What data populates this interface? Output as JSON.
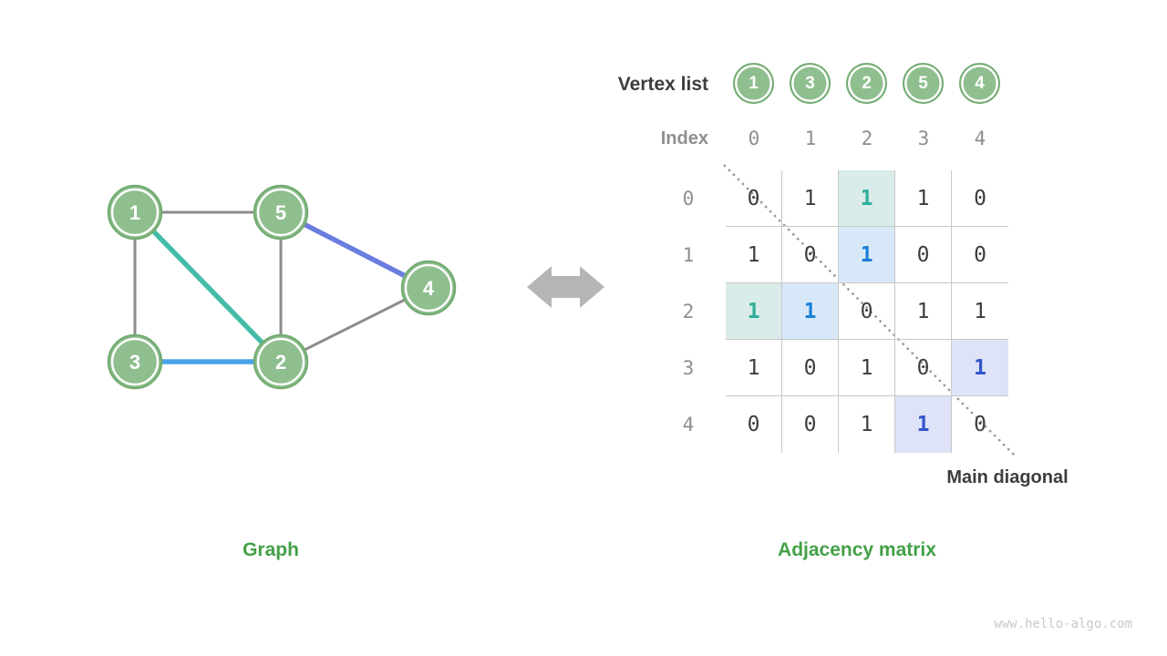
{
  "page": {
    "watermark": "www.hello-algo.com"
  },
  "graph": {
    "caption": "Graph",
    "nodes": [
      "1",
      "5",
      "4",
      "3",
      "2"
    ],
    "edges": [
      {
        "from": "1",
        "to": "5",
        "style": "gray"
      },
      {
        "from": "1",
        "to": "3",
        "style": "gray"
      },
      {
        "from": "5",
        "to": "2",
        "style": "gray"
      },
      {
        "from": "2",
        "to": "4",
        "style": "gray"
      },
      {
        "from": "1",
        "to": "2",
        "style": "teal"
      },
      {
        "from": "3",
        "to": "2",
        "style": "blue"
      },
      {
        "from": "5",
        "to": "4",
        "style": "indigo"
      }
    ]
  },
  "adjacency": {
    "caption": "Adjacency matrix",
    "vertex_list_label": "Vertex list",
    "index_label": "Index",
    "vertex_list": [
      "1",
      "3",
      "2",
      "5",
      "4"
    ],
    "indices": [
      "0",
      "1",
      "2",
      "3",
      "4"
    ],
    "row_indices": [
      "0",
      "1",
      "2",
      "3",
      "4"
    ],
    "matrix": [
      [
        "0",
        "1",
        "1",
        "1",
        "0"
      ],
      [
        "1",
        "0",
        "1",
        "0",
        "0"
      ],
      [
        "1",
        "1",
        "0",
        "1",
        "1"
      ],
      [
        "1",
        "0",
        "1",
        "0",
        "1"
      ],
      [
        "0",
        "0",
        "1",
        "1",
        "0"
      ]
    ],
    "highlights": [
      {
        "row": 0,
        "col": 2,
        "style": "teal"
      },
      {
        "row": 2,
        "col": 0,
        "style": "teal"
      },
      {
        "row": 1,
        "col": 2,
        "style": "blue"
      },
      {
        "row": 2,
        "col": 1,
        "style": "blue"
      },
      {
        "row": 3,
        "col": 4,
        "style": "indigo"
      },
      {
        "row": 4,
        "col": 3,
        "style": "indigo"
      }
    ],
    "main_diagonal_label": "Main diagonal"
  },
  "colors": {
    "node_fill": "#8fbe8f",
    "node_ring": "#74ad74",
    "edge_gray": "#8c8c8c",
    "edge_teal": "#45bca9",
    "edge_blue": "#4aa3e8",
    "edge_indigo": "#6b7ce0",
    "hl_teal_bg": "#d9ece9",
    "hl_teal_text": "#2fae9b",
    "hl_blue_bg": "#d7e9f8",
    "hl_blue_text": "#1a7fd4",
    "hl_indigo_bg": "#dfe3f7",
    "hl_indigo_text": "#3156c9",
    "caption_green": "#43a047",
    "label_dark": "#3d3d3d",
    "label_gray": "#8e8e8e",
    "grid_line": "#c8c8c8",
    "arrow_gray": "#b5b5b5",
    "diagonal_dot": "#999999",
    "watermark_gray": "#c9c9c9"
  }
}
